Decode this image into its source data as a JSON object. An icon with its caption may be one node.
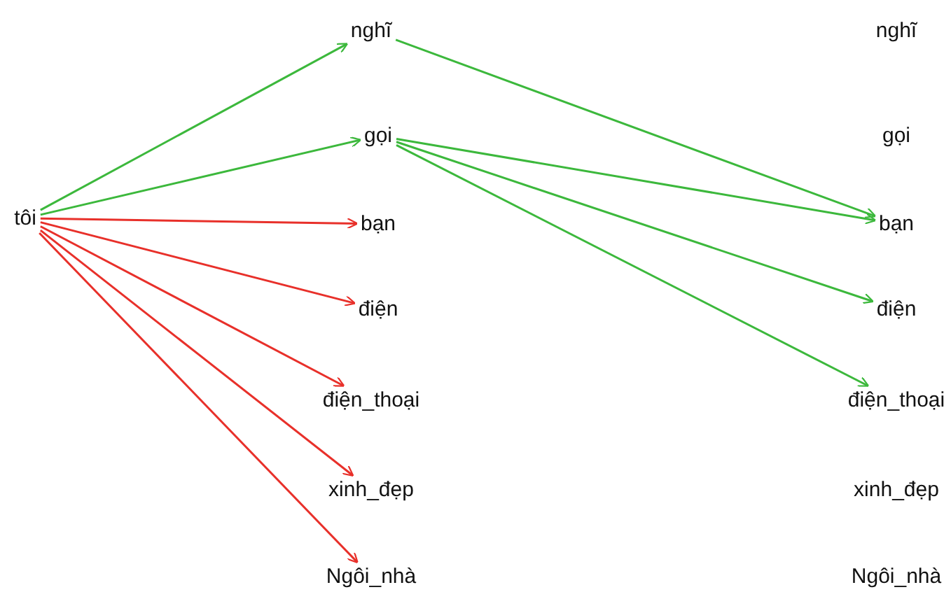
{
  "diagram": {
    "nodes": [
      {
        "text": [
          "tôi"
        ]
      },
      {
        "text": [
          "nghĩ"
        ]
      },
      {
        "text": [
          "gọi"
        ]
      },
      {
        "text": [
          "bạn"
        ]
      },
      {
        "text": [
          "điện"
        ]
      },
      {
        "text": [
          "điện_thoại"
        ]
      },
      {
        "text": [
          "xinh_đẹp"
        ]
      },
      {
        "text": [
          "Ngôi_nhà"
        ]
      },
      {
        "text": [
          "nghĩ"
        ]
      },
      {
        "text": [
          "gọi"
        ]
      },
      {
        "text": [
          "bạn"
        ]
      },
      {
        "text": [
          "điện"
        ]
      },
      {
        "text": [
          "điện_thoại"
        ]
      },
      {
        "text": [
          "xinh_đẹp"
        ]
      },
      {
        "text": [
          "Ngôi_nhà"
        ]
      }
    ],
    "edges": [
      {
        "from": 0,
        "to": 1,
        "arrow": "to"
      },
      {
        "from": 0,
        "to": 2,
        "arrow": "to"
      },
      {
        "from": 0,
        "to": 3,
        "arrow": "to",
        "color": "#e8302a"
      },
      {
        "from": 0,
        "to": 4,
        "arrow": "to",
        "color": "#e8302a"
      },
      {
        "from": 0,
        "to": 5,
        "arrow": "to",
        "color": "#e8302a"
      },
      {
        "from": 0,
        "to": 6,
        "arrow": "to",
        "color": "#e8302a"
      },
      {
        "from": 0,
        "to": 7,
        "arrow": "to",
        "color": "#e8302a"
      },
      {
        "from": 1,
        "to": 10,
        "arrow": "to"
      },
      {
        "from": 2,
        "to": 10,
        "arrow": "to"
      },
      {
        "from": 2,
        "to": 11,
        "arrow": "to"
      },
      {
        "from": 2,
        "to": 12,
        "arrow": "to"
      }
    ]
  }
}
